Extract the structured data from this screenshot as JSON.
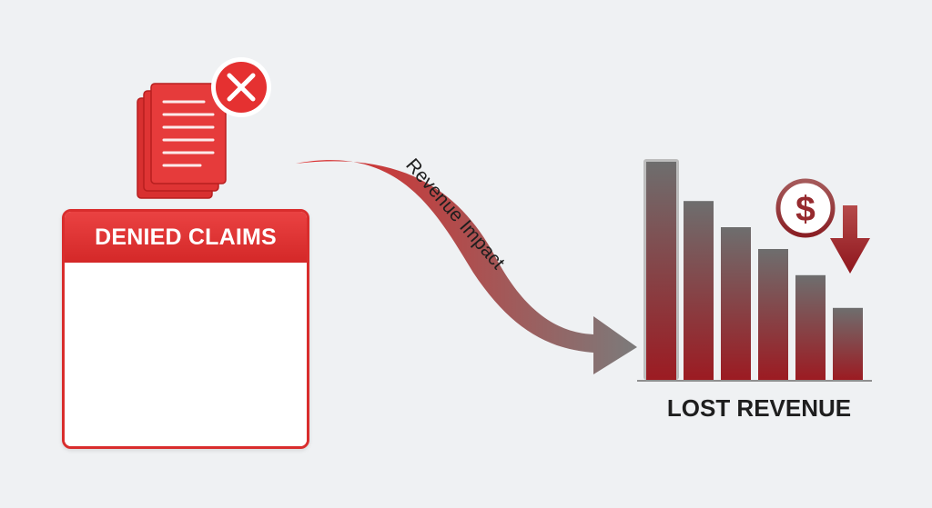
{
  "denied_panel": {
    "title": "DENIED CLAIMS"
  },
  "flow": {
    "label": "Revenue Impact"
  },
  "colors": {
    "red": "#e03030",
    "dark_red": "#a01a1f",
    "gray_bar": "#6b6b6b",
    "arrow_gray": "#7b7b7b"
  },
  "icons": {
    "documents": "stacked-documents-icon",
    "reject": "reject-x-icon",
    "dollar": "dollar-icon",
    "down_arrow": "down-arrow-icon"
  },
  "chart_data": {
    "type": "bar",
    "title": "LOST REVENUE",
    "values": [
      100,
      82,
      70,
      60,
      48,
      33
    ],
    "highlighted_index": 0,
    "trend": "declining"
  }
}
